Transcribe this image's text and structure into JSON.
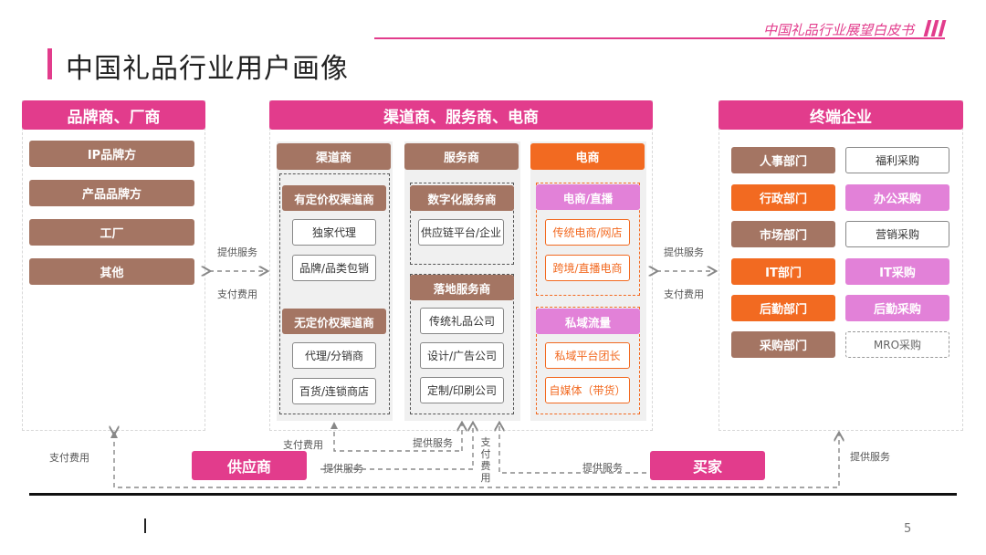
{
  "header": {
    "tag": "中国礼品行业展望白皮书",
    "title": "中国礼品行业用户画像",
    "page_number": "5"
  },
  "colors": {
    "accent": "#e23c8c",
    "brown": "#a47563",
    "orange": "#f26a21",
    "pink_light": "#e281d8"
  },
  "left": {
    "heading": "品牌商、厂商",
    "items": [
      "IP品牌方",
      "产品品牌方",
      "工厂",
      "其他"
    ]
  },
  "middle": {
    "heading": "渠道商、服务商、电商",
    "channel": {
      "label": "渠道商",
      "group1": {
        "label": "有定价权渠道商",
        "items": [
          "独家代理",
          "品牌/品类包销"
        ]
      },
      "group2": {
        "label": "无定价权渠道商",
        "items": [
          "代理/分销商",
          "百货/连锁商店"
        ]
      }
    },
    "service": {
      "label": "服务商",
      "group1": {
        "label": "数字化服务商",
        "items": [
          "供应链平台/企业"
        ]
      },
      "group2": {
        "label": "落地服务商",
        "items": [
          "传统礼品公司",
          "设计/广告公司",
          "定制/印刷公司"
        ]
      }
    },
    "ecommerce": {
      "label": "电商",
      "group1": {
        "label": "电商/直播",
        "items": [
          "传统电商/网店",
          "跨境/直播电商"
        ]
      },
      "group2": {
        "label": "私域流量",
        "items": [
          "私域平台团长",
          "自媒体（带货）"
        ]
      }
    }
  },
  "right": {
    "heading": "终端企业",
    "departments": [
      "人事部门",
      "行政部门",
      "市场部门",
      "IT部门",
      "后勤部门",
      "采购部门"
    ],
    "purchases": [
      "福利采购",
      "办公采购",
      "营销采购",
      "IT采购",
      "后勤采购",
      "MRO采购"
    ]
  },
  "flows": {
    "provide_service": "提供服务",
    "pay_fee": "支付费用",
    "pay_fee_vertical": [
      "支",
      "付",
      "费",
      "用"
    ]
  },
  "bottom": {
    "supplier": "供应商",
    "buyer": "买家"
  }
}
